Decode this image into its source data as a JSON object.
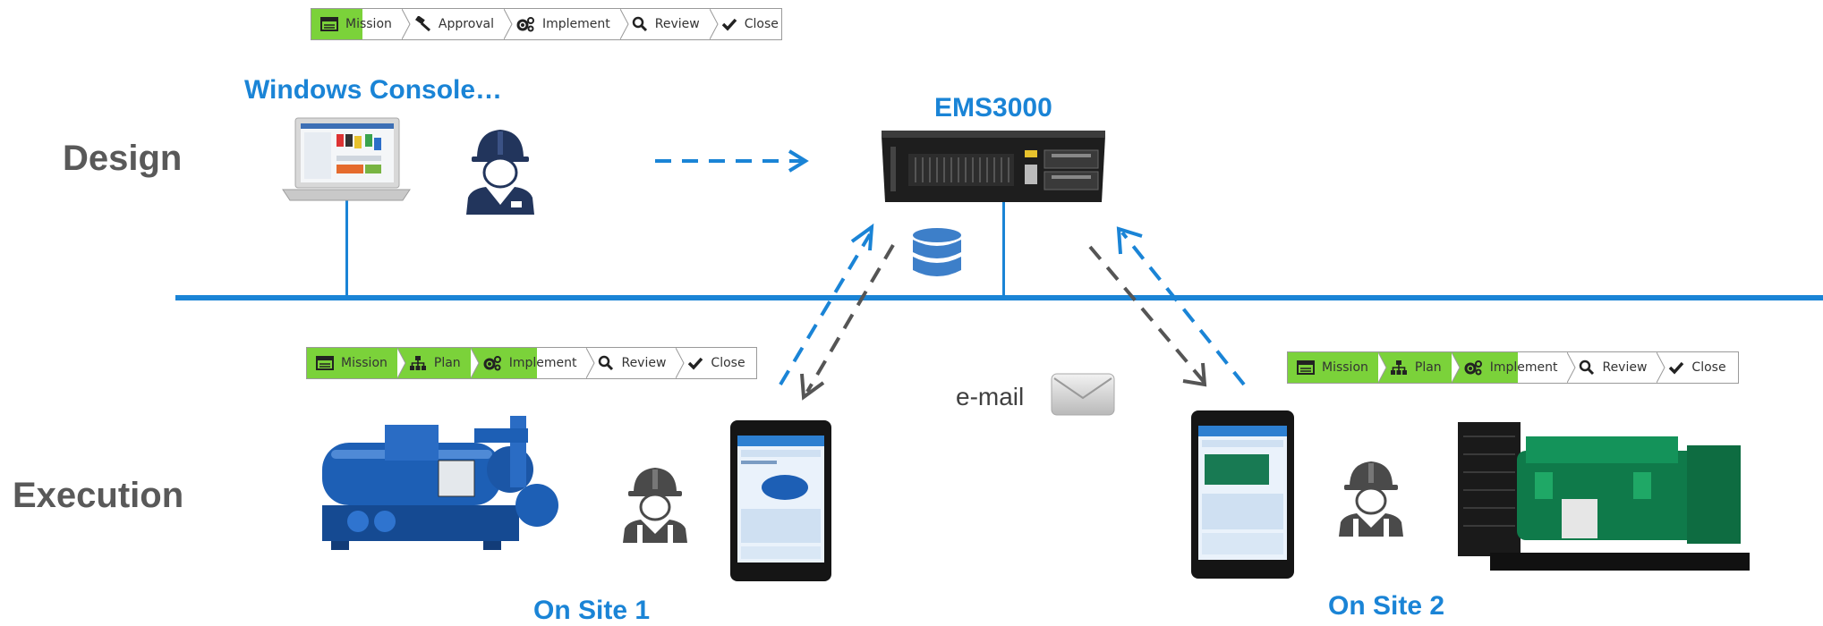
{
  "rows": {
    "design": "Design",
    "execution": "Execution"
  },
  "labels": {
    "windows_console": "Windows Console…",
    "server": "EMS3000",
    "site1": "On Site 1",
    "site2": "On Site 2",
    "email": "e-mail"
  },
  "workflows": {
    "top": [
      {
        "label": "Mission",
        "icon": "form-icon",
        "state": "half"
      },
      {
        "label": "Approval",
        "icon": "gavel-icon",
        "state": "none"
      },
      {
        "label": "Implement",
        "icon": "gears-icon",
        "state": "none"
      },
      {
        "label": "Review",
        "icon": "search-icon",
        "state": "none"
      },
      {
        "label": "Close",
        "icon": "check-icon",
        "state": "none"
      }
    ],
    "site1": [
      {
        "label": "Mission",
        "icon": "form-icon",
        "state": "active"
      },
      {
        "label": "Plan",
        "icon": "hierarchy-icon",
        "state": "active"
      },
      {
        "label": "Implement",
        "icon": "gears-icon",
        "state": "half"
      },
      {
        "label": "Review",
        "icon": "search-icon",
        "state": "none"
      },
      {
        "label": "Close",
        "icon": "check-icon",
        "state": "none"
      }
    ],
    "site2": [
      {
        "label": "Mission",
        "icon": "form-icon",
        "state": "active"
      },
      {
        "label": "Plan",
        "icon": "hierarchy-icon",
        "state": "active"
      },
      {
        "label": "Implement",
        "icon": "gears-icon",
        "state": "half"
      },
      {
        "label": "Review",
        "icon": "search-icon",
        "state": "none"
      },
      {
        "label": "Close",
        "icon": "check-icon",
        "state": "none"
      }
    ]
  },
  "colors": {
    "accent": "#1a84d6",
    "workflow_green": "#7bd23a",
    "dark_arrow": "#555555",
    "heading_gray": "#595959"
  }
}
